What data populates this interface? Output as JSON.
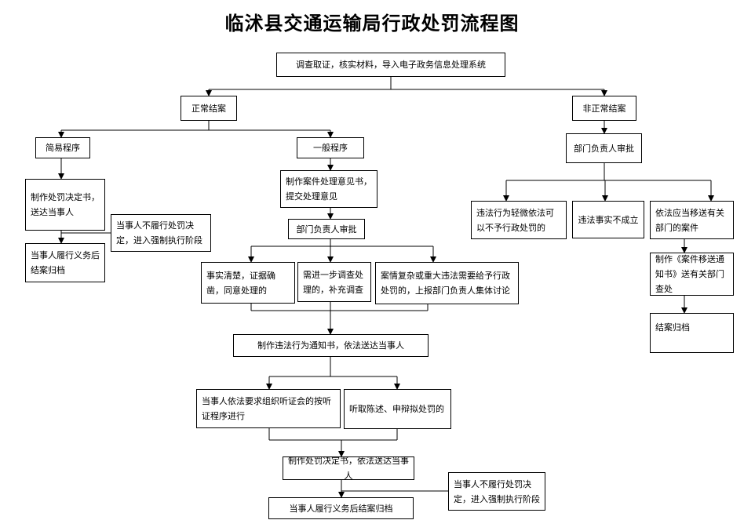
{
  "title": "临沭县交通运输局行政处罚流程图",
  "nodes": {
    "investigate": "调查取证，核实材料，导入电子政务信息处理系统",
    "normal_close": "正常结案",
    "abnormal_close": "非正常结案",
    "simple_procedure": "简易程序",
    "general_procedure": "一般程序",
    "simple_decision": "制作处罚决定书，送达当事人",
    "simple_not_comply": "当事人不履行处罚决定，进入强制执行阶段",
    "simple_comply": "当事人履行义务后结案归档",
    "opinion_doc": "制作案件处理意见书，提交处理意见",
    "dept_approve_1": "部门负责人审批",
    "facts_clear": "事实清楚，证据确凿，同意处理的",
    "further_investigation": "需进一步调查处理的，补充调查",
    "complex_case": "案情复杂或重大违法需要给予行政处罚的，上报部门负责人集体讨论",
    "violation_notice": "制作违法行为通知书，依法送达当事人",
    "hearing": "当事人依法要求组织听证会的按听证程序进行",
    "statement": "听取陈述、申辩拟处罚的",
    "penalty_decision": "制作处罚决定书，依法送达当事人",
    "final_not_comply": "当事人不履行处罚决定，进入强制执行阶段",
    "final_comply": "当事人履行义务后结案归档",
    "dept_approve_2": "部门负责人审批",
    "minor_violation": "违法行为轻微依法可以不予行政处罚的",
    "fact_not_established": "违法事实不成立",
    "transfer_case": "依法应当移送有关部门的案件",
    "transfer_notice": "制作《案件移送通知书》送有关部门查处",
    "archive": "结案归档"
  }
}
